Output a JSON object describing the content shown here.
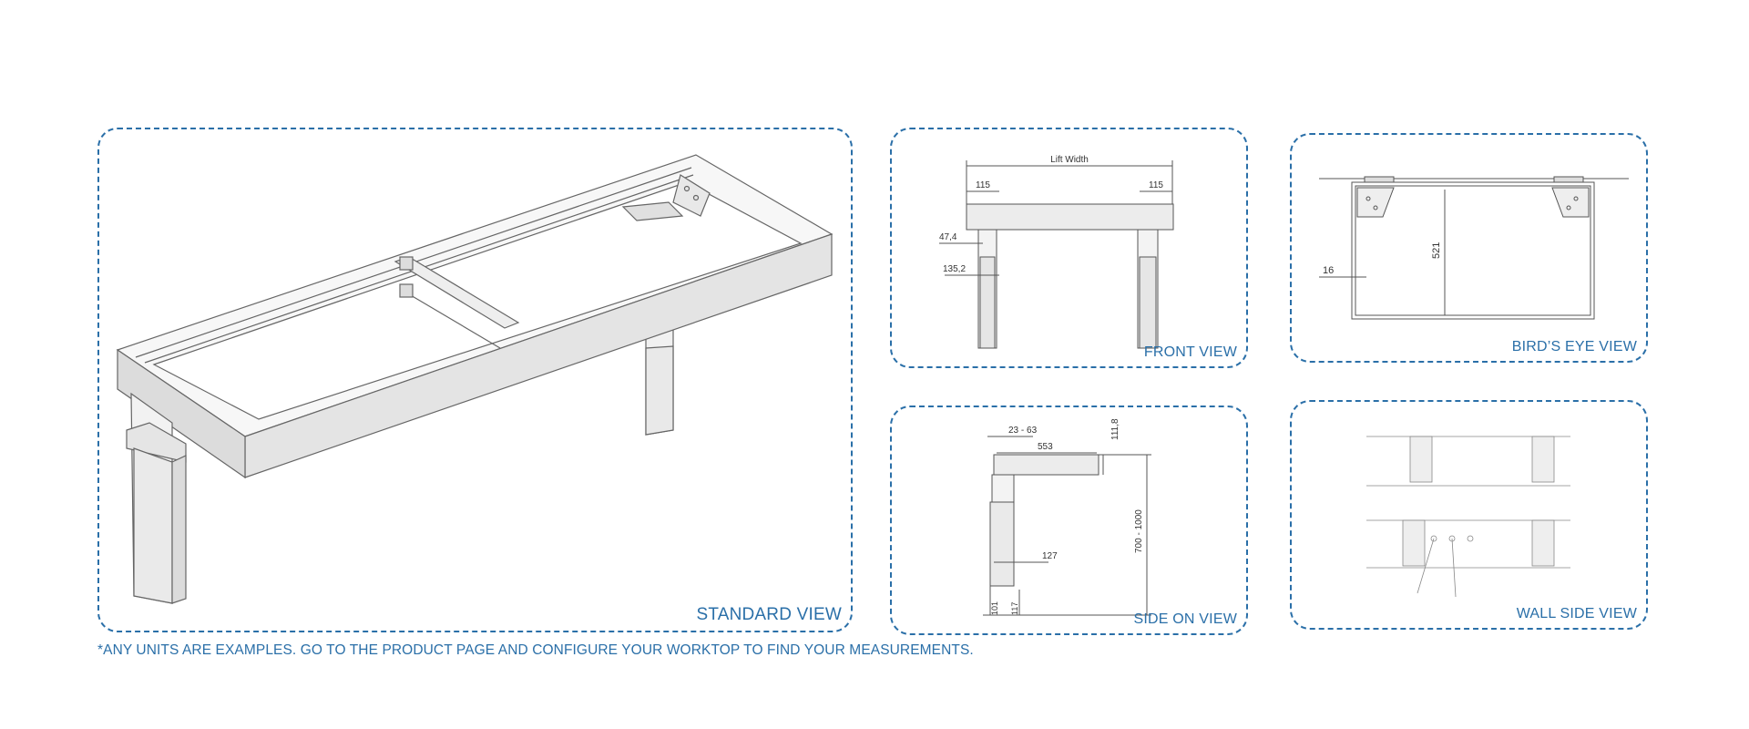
{
  "views": {
    "standard": {
      "label": "STANDARD VIEW"
    },
    "front": {
      "label": "FRONT VIEW",
      "dims": {
        "lift_width": "Lift Width",
        "left_offset": "115",
        "right_offset": "115",
        "leg_depth": "47,4",
        "foot_width": "135,2"
      }
    },
    "birds_eye": {
      "label": "BIRD’S EYE VIEW",
      "dims": {
        "depth": "521",
        "edge": "16"
      }
    },
    "side": {
      "label": "SIDE ON VIEW",
      "dims": {
        "range": "23 - 63",
        "top_length": "553",
        "frame_height": "111,8",
        "height_range": "700 - 1000",
        "base_width": "127",
        "base_a": "101",
        "base_b": "117"
      }
    },
    "wall_side": {
      "label": "WALL SIDE VIEW"
    }
  },
  "note": "*ANY UNITS ARE EXAMPLES. GO TO THE PRODUCT PAGE AND CONFIGURE YOUR WORKTOP TO FIND YOUR MEASUREMENTS.",
  "colors": {
    "accent": "#2a6fa8",
    "line": "#555555"
  }
}
